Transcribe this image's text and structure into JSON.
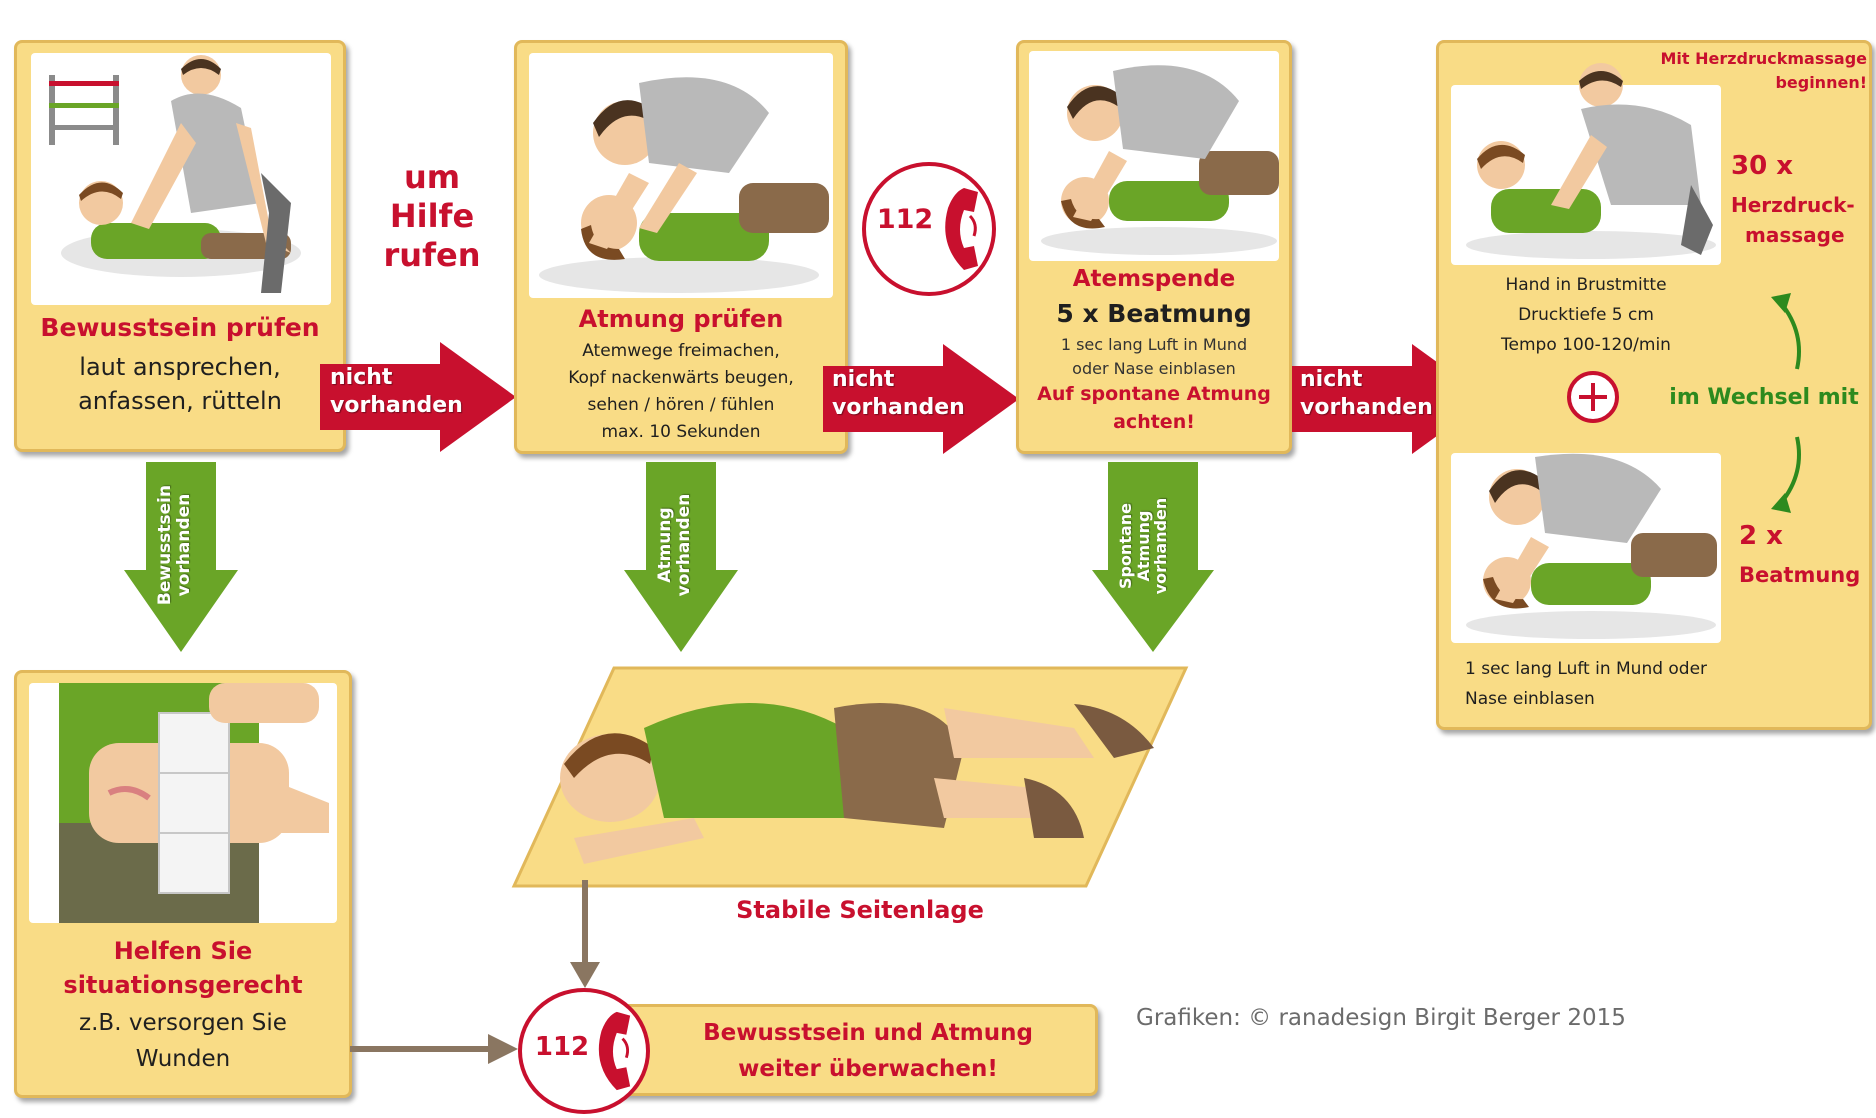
{
  "step_check_consciousness": {
    "title": "Bewusstsein prüfen",
    "line1": "laut ansprechen,",
    "line2": "anfassen, rütteln"
  },
  "call_help": {
    "line1": "um",
    "line2": "Hilfe",
    "line3": "rufen"
  },
  "step_check_breathing": {
    "title": "Atmung prüfen",
    "line1": "Atemwege freimachen,",
    "line2": "Kopf nackenwärts beugen,",
    "line3": "sehen / hören / fühlen",
    "line4": "max. 10 Sekunden"
  },
  "phone_number": "112",
  "step_rescue_breathing": {
    "title": "Atemspende",
    "subtitle": "5 x Beatmung",
    "line1": "1 sec lang Luft in Mund",
    "line2": "oder Nase einblasen",
    "warn1": "Auf spontane Atmung",
    "warn2": "achten!"
  },
  "arrow_not_present": {
    "line1": "nicht",
    "line2": "vorhanden"
  },
  "cpr": {
    "header1": "Mit Herzdruckmassage",
    "header2": "beginnen!",
    "compressions_count": "30 x",
    "compressions_1": "Herzdruck-",
    "compressions_2": "massage",
    "hand_1": "Hand in Brustmitte",
    "hand_2": "Drucktiefe 5 cm",
    "hand_3": "Tempo 100-120/min",
    "alternate": "im Wechsel mit",
    "breaths_count": "2 x",
    "breaths_label": "Beatmung",
    "air_1": "1 sec lang Luft in Mund oder",
    "air_2": "Nase einblasen"
  },
  "down_consciousness": {
    "line1": "Bewusstsein",
    "line2": "vorhanden"
  },
  "down_breathing": {
    "line1": "Atmung",
    "line2": "vorhanden"
  },
  "down_spontaneous": {
    "line1": "Spontane",
    "line2": "Atmung",
    "line3": "vorhanden"
  },
  "step_help_situation": {
    "title1": "Helfen Sie",
    "title2": "situationsgerecht",
    "line1": "z.B. versorgen Sie",
    "line2": "Wunden"
  },
  "recovery_position": "Stabile Seitenlage",
  "monitor": {
    "line1": "Bewusstsein und Atmung",
    "line2": "weiter überwachen!"
  },
  "credits": "Grafiken: © ranadesign Birgit Berger 2015",
  "colors": {
    "box_fill": "#f9dc86",
    "box_border": "#e1b85a",
    "accent_red": "#c8102e",
    "arrow_green": "#6aa527",
    "text_green": "#2d8a1e",
    "connector_brown": "#8a7661"
  }
}
